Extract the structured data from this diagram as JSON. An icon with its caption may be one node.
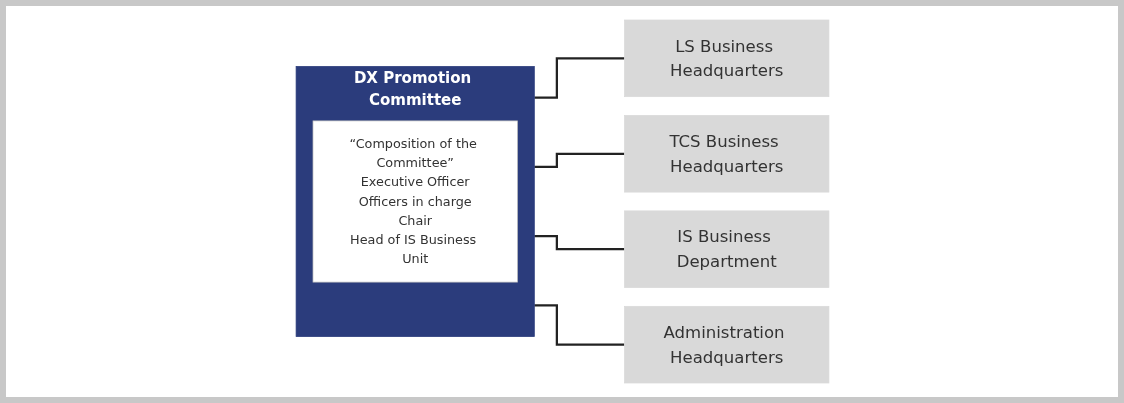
{
  "diagram": {
    "nodes": [
      {
        "text": [
          "DX Promotion Committee"
        ]
      },
      {
        "text": [
          "“Composition of the Committee”",
          "Executive Officer",
          "Officers in charge",
          "Chair",
          "Head of IS Business Unit"
        ],
        "in": 0
      },
      {
        "text": [
          "LS Business Headquarters"
        ]
      },
      {
        "text": [
          "TCS Business Headquarters"
        ]
      },
      {
        "text": [
          "IS Business Department"
        ]
      },
      {
        "text": [
          "Administration Headquarters"
        ]
      }
    ],
    "edges": [
      {
        "from": 0,
        "to": 2,
        "arrow": "none"
      },
      {
        "from": 0,
        "to": 3,
        "arrow": "none"
      },
      {
        "from": 0,
        "to": 4,
        "arrow": "none"
      },
      {
        "from": 0,
        "to": 5,
        "arrow": "none"
      }
    ]
  }
}
